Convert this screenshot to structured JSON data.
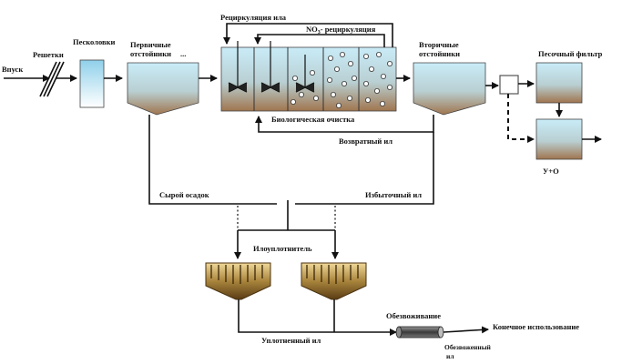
{
  "diagram": {
    "labels": {
      "inlet": "Впуск",
      "screens": "Решетки",
      "grit": "Песколовки",
      "primary_1": "Первичные",
      "primary_2": "отстойники",
      "primary_extra": "...",
      "recirc_sludge": "Рециркуляция ила",
      "no3_prefix": "NO",
      "no3_sub": "3",
      "no3_suffix": "- рециркуляция",
      "bio": "Биологическая очистка",
      "secondary_1": "Вторичные",
      "secondary_2": "отстойники",
      "sand_filter": "Песочный фильтр",
      "return_sludge": "Возвратный ил",
      "uv": "У+О",
      "raw_sludge": "Сырой осадок",
      "excess_sludge": "Избыточный ил",
      "thickener": "Илоуплотнитель",
      "thickened": "Уплотненный ил",
      "dewatering": "Обезвоживание",
      "dewatered_1": "Обезвоженный",
      "dewatered_2": "ил",
      "final_use": "Конечное использование"
    },
    "colors": {
      "water_top": "#bfe3f3",
      "water_bottom": "#a37a55",
      "sludge_dark": "#6b4a1a",
      "sludge_light": "#d9bf7a",
      "pipe": "#555555"
    }
  }
}
